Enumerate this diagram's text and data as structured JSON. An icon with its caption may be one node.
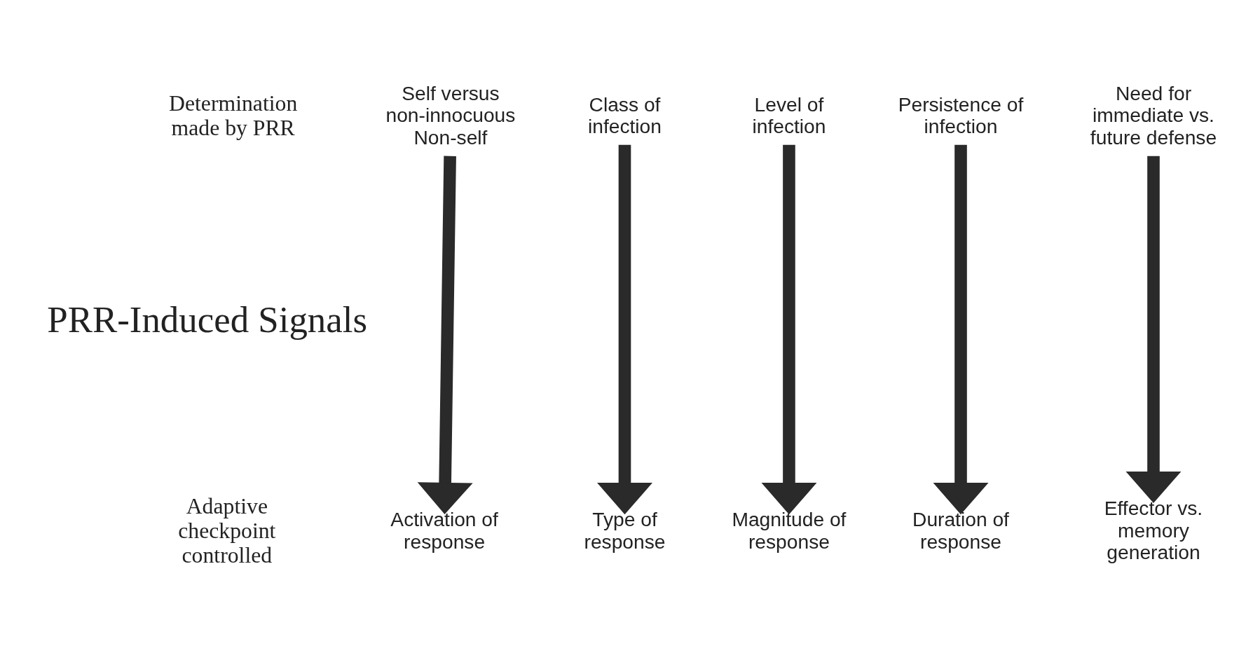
{
  "diagram": {
    "nodes": [
      {
        "text": [
          "Self versus non-innocuous Non-self"
        ]
      },
      {
        "text": [
          "Class of infection"
        ]
      },
      {
        "text": [
          "Level of infection"
        ]
      },
      {
        "text": [
          "Persistence of infection"
        ]
      },
      {
        "text": [
          "Need for immediate vs. future defense"
        ]
      },
      {
        "text": [
          "Activation of response"
        ]
      },
      {
        "text": [
          "Type of response"
        ]
      },
      {
        "text": [
          "Magnitude of response"
        ]
      },
      {
        "text": [
          "Duration of response"
        ]
      },
      {
        "text": [
          "Effector vs. memory generation"
        ]
      }
    ],
    "edges": [
      {
        "from": 0,
        "to": 5,
        "arrow": "to"
      },
      {
        "from": 1,
        "to": 6,
        "arrow": "to"
      },
      {
        "from": 2,
        "to": 7,
        "arrow": "to"
      },
      {
        "from": 3,
        "to": 8,
        "arrow": "to"
      },
      {
        "from": 4,
        "to": 9,
        "arrow": "to"
      }
    ],
    "labels": [
      "Determination made by PRR",
      "PRR-Induced Signals",
      "Adaptive checkpoint controlled"
    ]
  }
}
